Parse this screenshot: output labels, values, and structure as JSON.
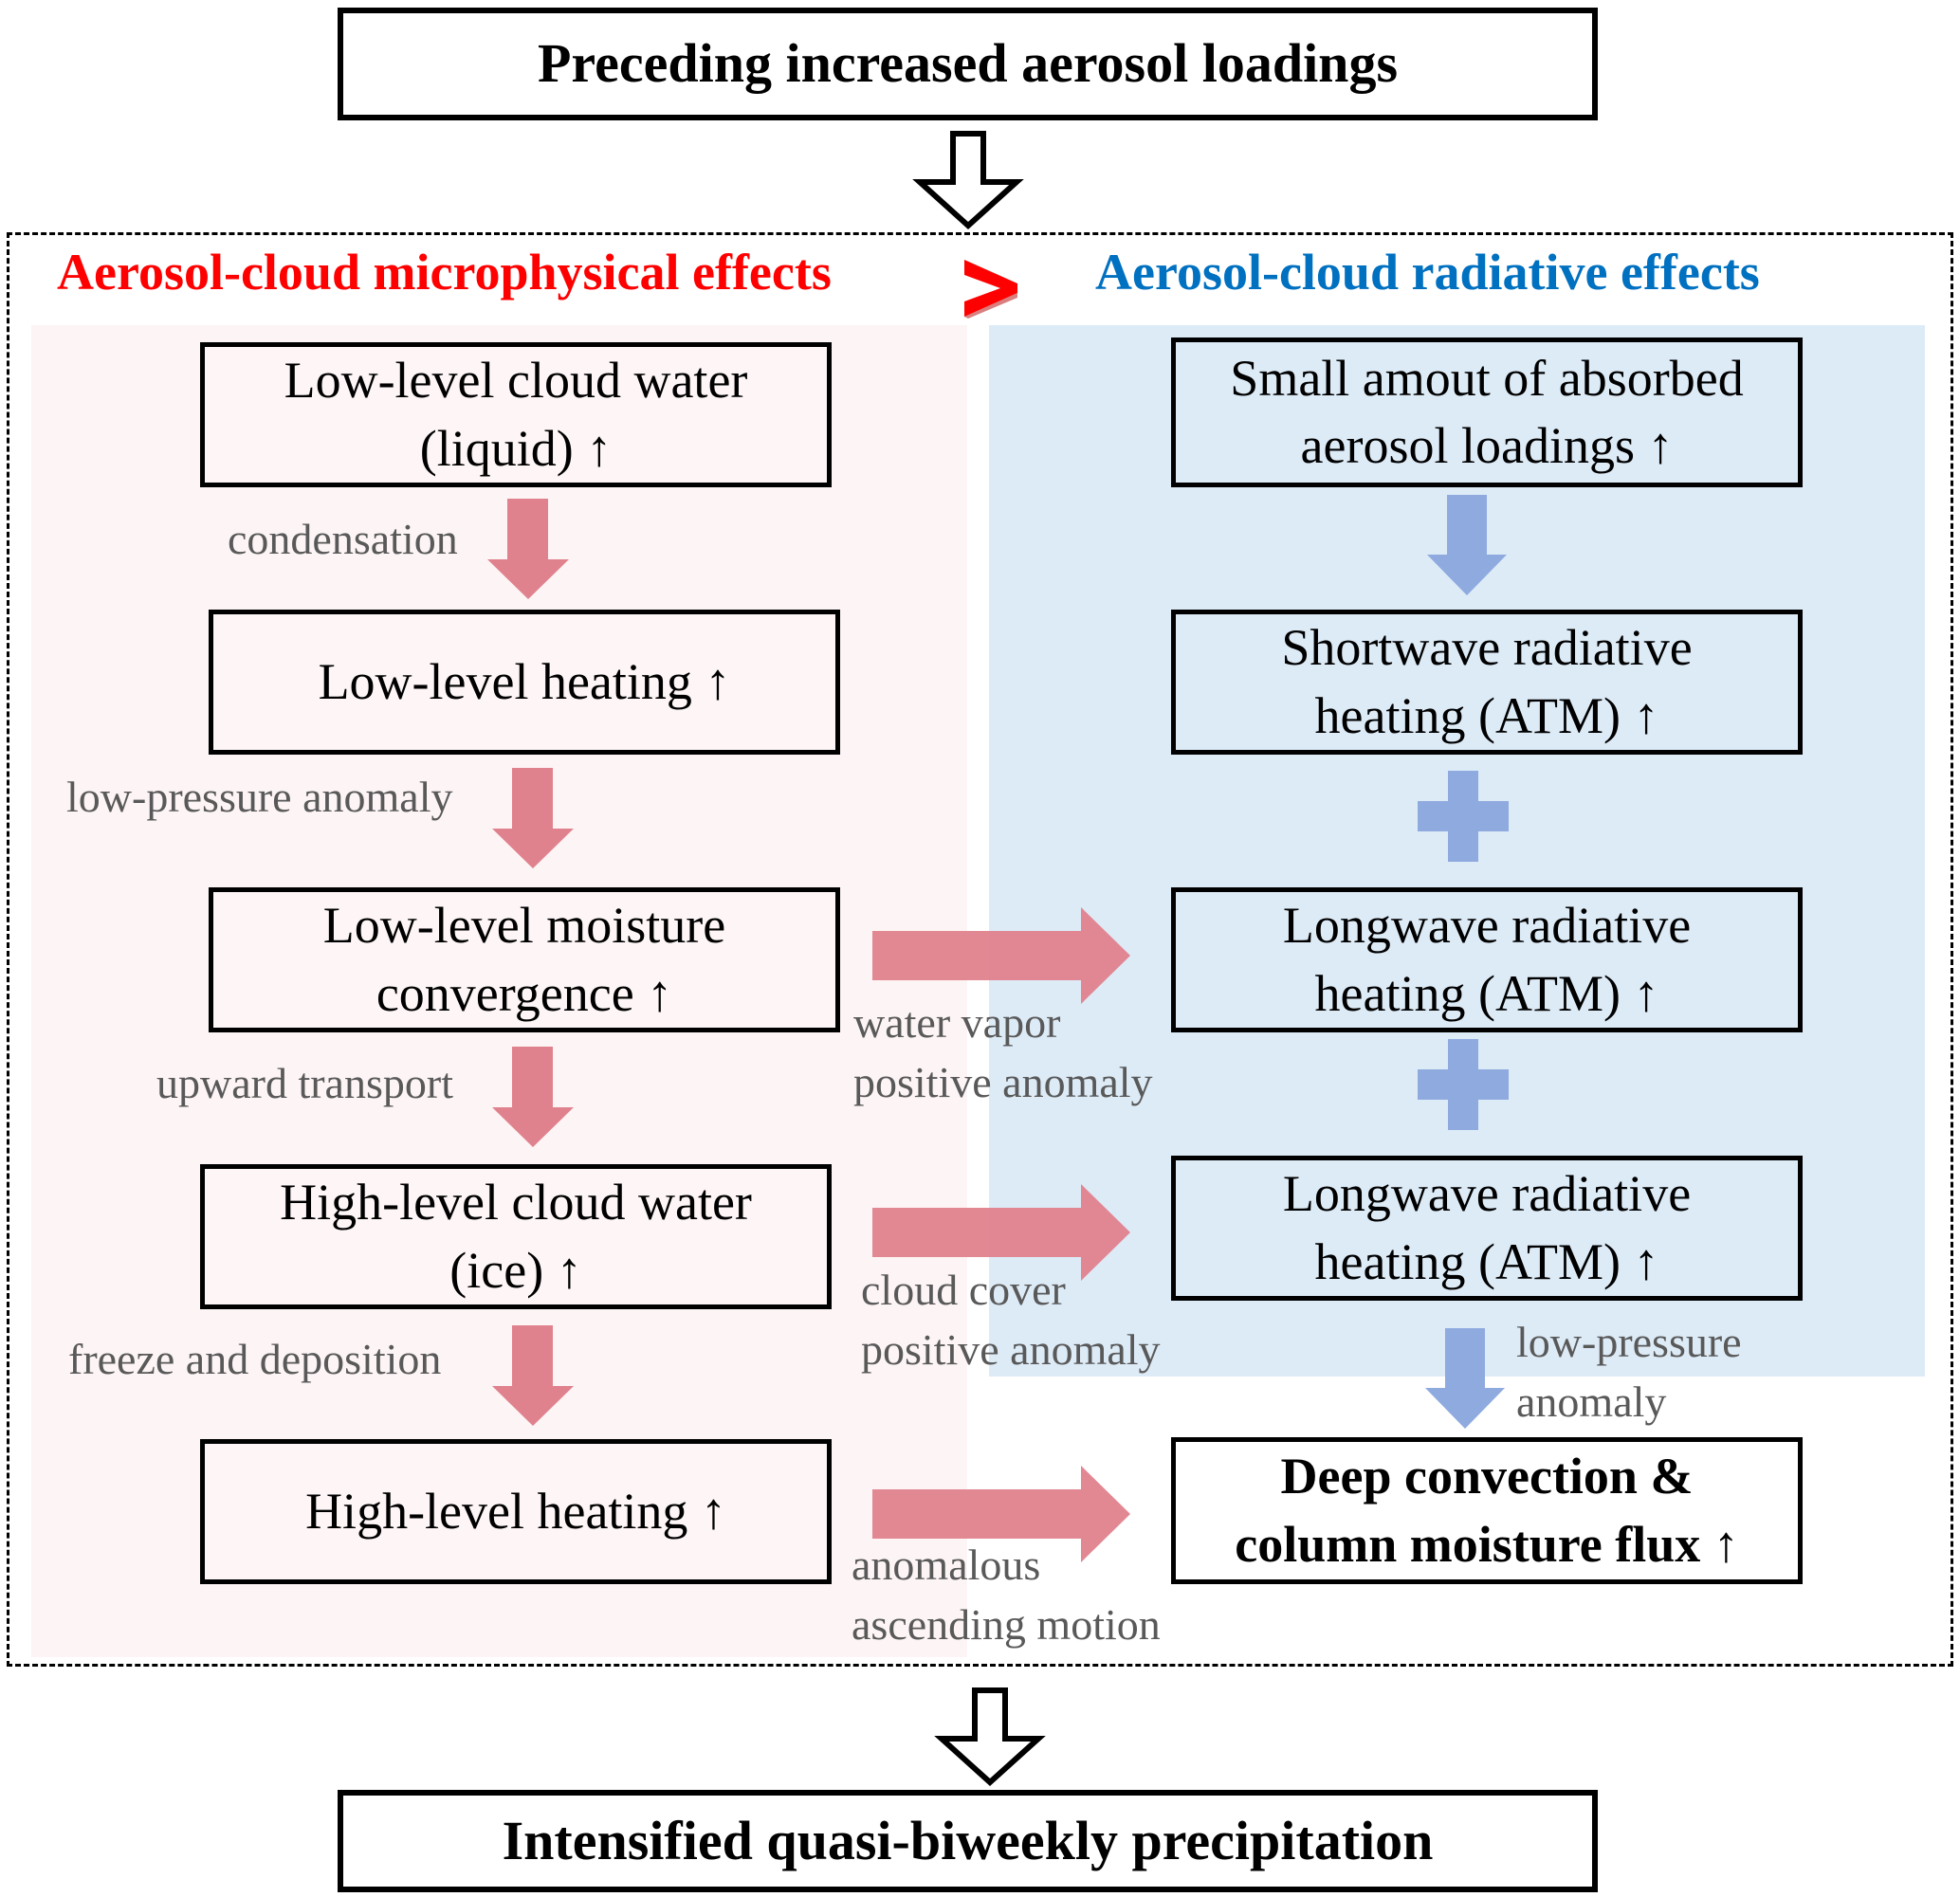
{
  "top": {
    "title": "Preceding increased aerosol loadings"
  },
  "headers": {
    "left": "Aerosol-cloud microphysical effects",
    "comparator": ">",
    "right": "Aerosol-cloud radiative effects"
  },
  "colors": {
    "left_header": "#ff0000",
    "right_header": "#0070c0",
    "pink_arrow": "#e0828d",
    "blue_arrow": "#8eaadf",
    "pink_panel": "#fdf4f5",
    "blue_panel": "#ddebf7",
    "label_gray": "#595959"
  },
  "left_column": {
    "boxes": [
      {
        "line1": "Low-level cloud water",
        "line2": "(liquid) ↑"
      },
      {
        "line1": "Low-level heating ↑",
        "line2": ""
      },
      {
        "line1": "Low-level moisture",
        "line2": "convergence ↑"
      },
      {
        "line1": "High-level cloud water",
        "line2": "(ice) ↑"
      },
      {
        "line1": "High-level heating ↑",
        "line2": ""
      }
    ],
    "arrow_labels": [
      "condensation",
      "low-pressure anomaly",
      "upward transport",
      "freeze and deposition"
    ]
  },
  "right_column": {
    "boxes": [
      {
        "line1": "Small amout of absorbed",
        "line2": "aerosol loadings ↑"
      },
      {
        "line1": "Shortwave radiative",
        "line2": "heating (ATM) ↑"
      },
      {
        "line1": "Longwave radiative",
        "line2": "heating (ATM) ↑"
      },
      {
        "line1": "Longwave radiative",
        "line2": "heating (ATM) ↑"
      }
    ],
    "final_box": {
      "line1": "Deep convection &",
      "line2": "column moisture flux ↑"
    },
    "final_arrow_label": {
      "line1": "low-pressure",
      "line2": "anomaly"
    }
  },
  "cross_arrows": [
    {
      "line1": "water vapor",
      "line2": "positive anomaly"
    },
    {
      "line1": "cloud cover",
      "line2": "positive anomaly"
    },
    {
      "line1": "anomalous",
      "line2": "ascending motion"
    }
  ],
  "bottom": {
    "title": "Intensified quasi-biweekly precipitation"
  }
}
